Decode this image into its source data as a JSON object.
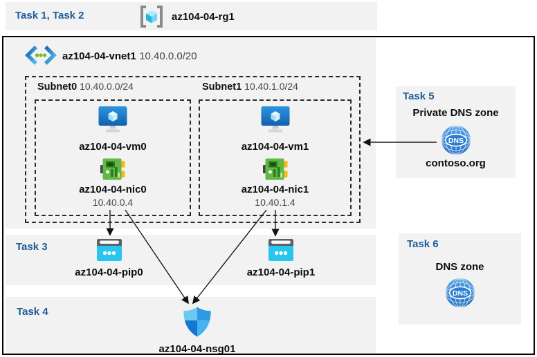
{
  "colors": {
    "band_bg": "#f2f2f2",
    "task_label": "#1f5c99",
    "frame_border": "#000000",
    "pip_cyan": "#28c5ee",
    "vm_blue": "#1d74c4",
    "nic_green": "#61b844",
    "dns_blue": "#2e7dd1",
    "shield_blue": "#2d9ae3"
  },
  "top_band": {
    "task_label": "Task 1, Task 2",
    "resource_group": {
      "icon": "resource-group-icon",
      "name": "az104-04-rg1"
    }
  },
  "vnet": {
    "icon": "virtual-network-icon",
    "name": "az104-04-vnet1",
    "cidr": "10.40.0.0/20",
    "subnets": [
      {
        "name": "Subnet0",
        "cidr": "10.40.0.0/24",
        "vm": "az104-04-vm0",
        "vm_icon": "virtual-machine-icon",
        "nic": "az104-04-nic0",
        "nic_icon": "network-interface-icon",
        "ip": "10.40.0.4"
      },
      {
        "name": "Subnet1",
        "cidr": "10.40.1.0/24",
        "vm": "az104-04-vm1",
        "vm_icon": "virtual-machine-icon",
        "nic": "az104-04-nic1",
        "nic_icon": "network-interface-icon",
        "ip": "10.40.1.4"
      }
    ]
  },
  "task3": {
    "task_label": "Task 3",
    "pip_icon": "public-ip-icon",
    "pips": [
      "az104-04-pip0",
      "az104-04-pip1"
    ]
  },
  "task4": {
    "task_label": "Task 4",
    "nsg_icon": "network-security-group-shield-icon",
    "nsg": "az104-04-nsg01"
  },
  "task5": {
    "task_label": "Task 5",
    "title": "Private DNS zone",
    "dns_icon": "dns-globe-icon",
    "dns_label": "DNS",
    "zone_name": "contoso.org"
  },
  "task6": {
    "task_label": "Task 6",
    "title": "DNS zone",
    "dns_icon": "dns-globe-icon",
    "dns_label": "DNS"
  }
}
